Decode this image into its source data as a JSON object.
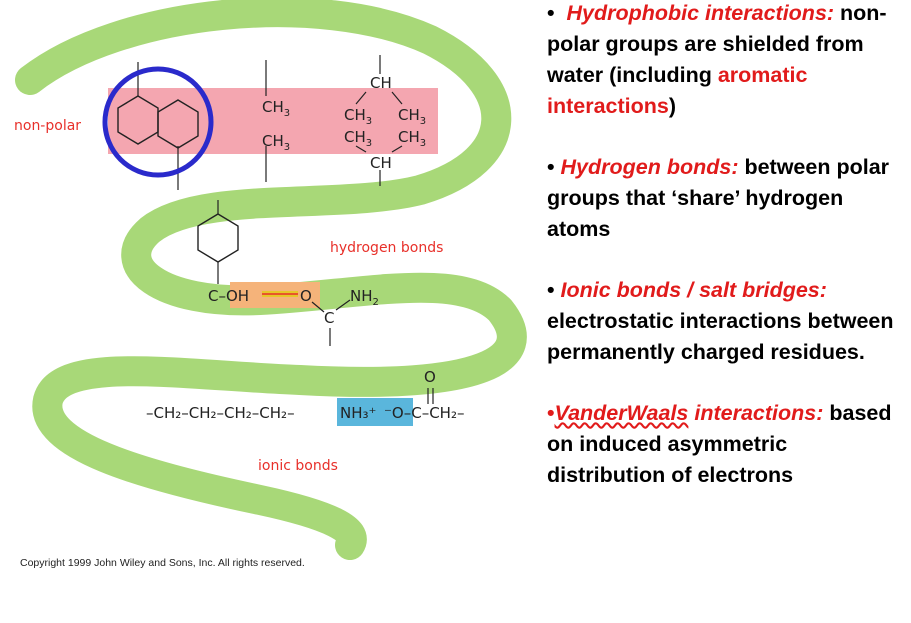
{
  "diagram": {
    "labels": {
      "non_polar": "non-polar",
      "hydrogen_bonds": "hydrogen bonds",
      "ionic_bonds": "ionic bonds"
    },
    "chem": {
      "ch3": "CH",
      "three": "3",
      "ch": "CH",
      "c_oh": "C–OH",
      "o": "O",
      "c": "C",
      "nh": "NH",
      "two": "2",
      "chain_left": "–CH₂–CH₂–CH₂–CH₂–",
      "nh3_plus": "NH₃⁺",
      "o_minus": "⁻O–C–CH₂–",
      "top_o": "O"
    },
    "copyright": "Copyright 1999 John Wiley and Sons, Inc. All rights reserved."
  },
  "notes": [
    {
      "bullet": "•",
      "term": "Hydrophobic interactions:",
      "text": " non-polar groups are shielded from water (including ",
      "highlight": "aromatic interactions",
      "tail": ")"
    },
    {
      "bullet": "•",
      "term": "Hydrogen bonds:",
      "text": " between polar groups that ‘share’ hydrogen atoms"
    },
    {
      "bullet": "•",
      "term": "Ionic bonds / salt bridges:",
      "text": " electrostatic interactions between permanently charged residues."
    },
    {
      "bullet": "•",
      "term_underlined": "VanderWaals",
      "term": " interactions:",
      "text": " based on induced asymmetric distribution of electrons"
    }
  ],
  "colors": {
    "backbone": "#a8d878",
    "hydrophobic_box": "#f4a6b0",
    "hbond_box": "#f5b37a",
    "ionic_box": "#5ab6dc",
    "circle": "#2a2acb",
    "red_text": "#e11b1b"
  }
}
